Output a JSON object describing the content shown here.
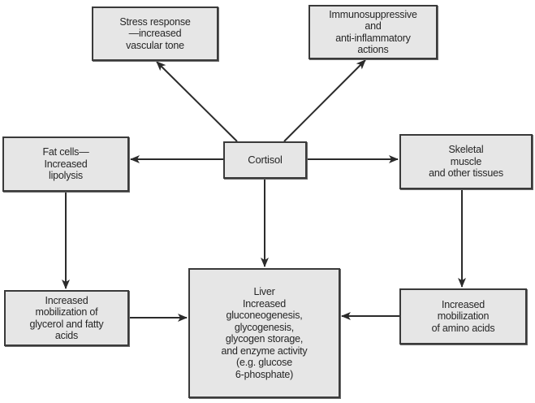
{
  "diagram": {
    "type": "flowchart",
    "nodes": {
      "stress": {
        "label": "Stress response\n—increased\nvascular tone"
      },
      "immuno": {
        "label": "Immunosuppressive\nand\nanti-inflammatory\nactions"
      },
      "fat": {
        "label": "Fat cells—\nIncreased\nlipolysis"
      },
      "cortisol": {
        "label": "Cortisol"
      },
      "skeletal": {
        "label": "Skeletal\nmuscle\nand other tissues"
      },
      "glycerol": {
        "label": "Increased\nmobilization of\nglycerol and fatty\nacids"
      },
      "liver": {
        "label": "Liver\nIncreased\ngluconeogenesis,\nglycogenesis,\nglycogen storage,\nand enzyme activity\n(e.g. glucose\n6-phosphate)"
      },
      "amino": {
        "label": "Increased\nmobilization\nof amino acids"
      }
    },
    "edges": [
      {
        "from": "cortisol",
        "to": "stress"
      },
      {
        "from": "cortisol",
        "to": "immuno"
      },
      {
        "from": "cortisol",
        "to": "fat"
      },
      {
        "from": "cortisol",
        "to": "skeletal"
      },
      {
        "from": "cortisol",
        "to": "liver"
      },
      {
        "from": "fat",
        "to": "glycerol"
      },
      {
        "from": "skeletal",
        "to": "amino"
      },
      {
        "from": "glycerol",
        "to": "liver"
      },
      {
        "from": "amino",
        "to": "liver"
      }
    ],
    "colors": {
      "box_fill": "#e6e6e6",
      "box_border": "#3a3a3a",
      "arrow": "#2b2b2b",
      "text": "#262626"
    }
  }
}
